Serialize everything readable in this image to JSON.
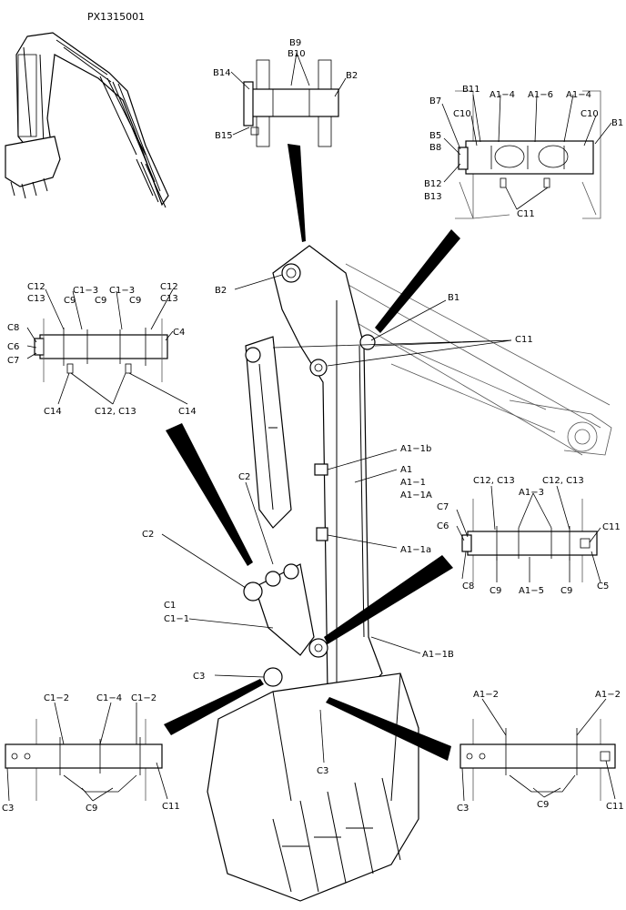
{
  "drawing_id": "PX1315001",
  "labels": {
    "b9": "B9",
    "b10": "B10",
    "b14": "B14",
    "b2_top": "B2",
    "b15": "B15",
    "b11": "B11",
    "a1_4_l": "A1−4",
    "a1_6": "A1−6",
    "a1_4_r": "A1−4",
    "b7": "B7",
    "c10_l": "C10",
    "c10_r": "C10",
    "b1_top": "B1",
    "b5": "B5",
    "b8": "B8",
    "b12": "B12",
    "b13": "B13",
    "c11_tr": "C11",
    "b2_main": "B2",
    "b1_main": "B1",
    "c11_main": "C11",
    "c12_l": "C12",
    "c13_l": "C13",
    "c1_3_l": "C1−3",
    "c1_3_r": "C1−3",
    "c12_r": "C12",
    "c13_r": "C13",
    "c9_1": "C9",
    "c9_2": "C9",
    "c9_3": "C9",
    "c8_l": "C8",
    "c4": "C4",
    "c6_l": "C6",
    "c7_l": "C7",
    "c14_l": "C14",
    "c12c13_mid": "C12, C13",
    "c14_r": "C14",
    "a1_1b": "A1−1b",
    "a1": "A1",
    "a1_1": "A1−1",
    "a1_1A": "A1−1A",
    "a1_1a": "A1−1a",
    "c2_top": "C2",
    "c2_left": "C2",
    "c12c13_rl": "C12, C13",
    "c12c13_rr": "C12, C13",
    "a1_3": "A1−3",
    "c7_r": "C7",
    "c6_r": "C6",
    "c11_r": "C11",
    "c8_r": "C8",
    "c9_r1": "C9",
    "a1_5": "A1−5",
    "c9_r2": "C9",
    "c5": "C5",
    "c1": "C1",
    "c1_1": "C1−1",
    "a1_1B": "A1−1B",
    "c3_mid": "C3",
    "c3_center": "C3",
    "c1_2_l": "C1−2",
    "c1_4": "C1−4",
    "c1_2_r": "C1−2",
    "c3_bl": "C3",
    "c9_bl": "C9",
    "c11_bl": "C11",
    "a1_2_l": "A1−2",
    "a1_2_r": "A1−2",
    "c3_br": "C3",
    "c9_br": "C9",
    "c11_br": "C11"
  }
}
